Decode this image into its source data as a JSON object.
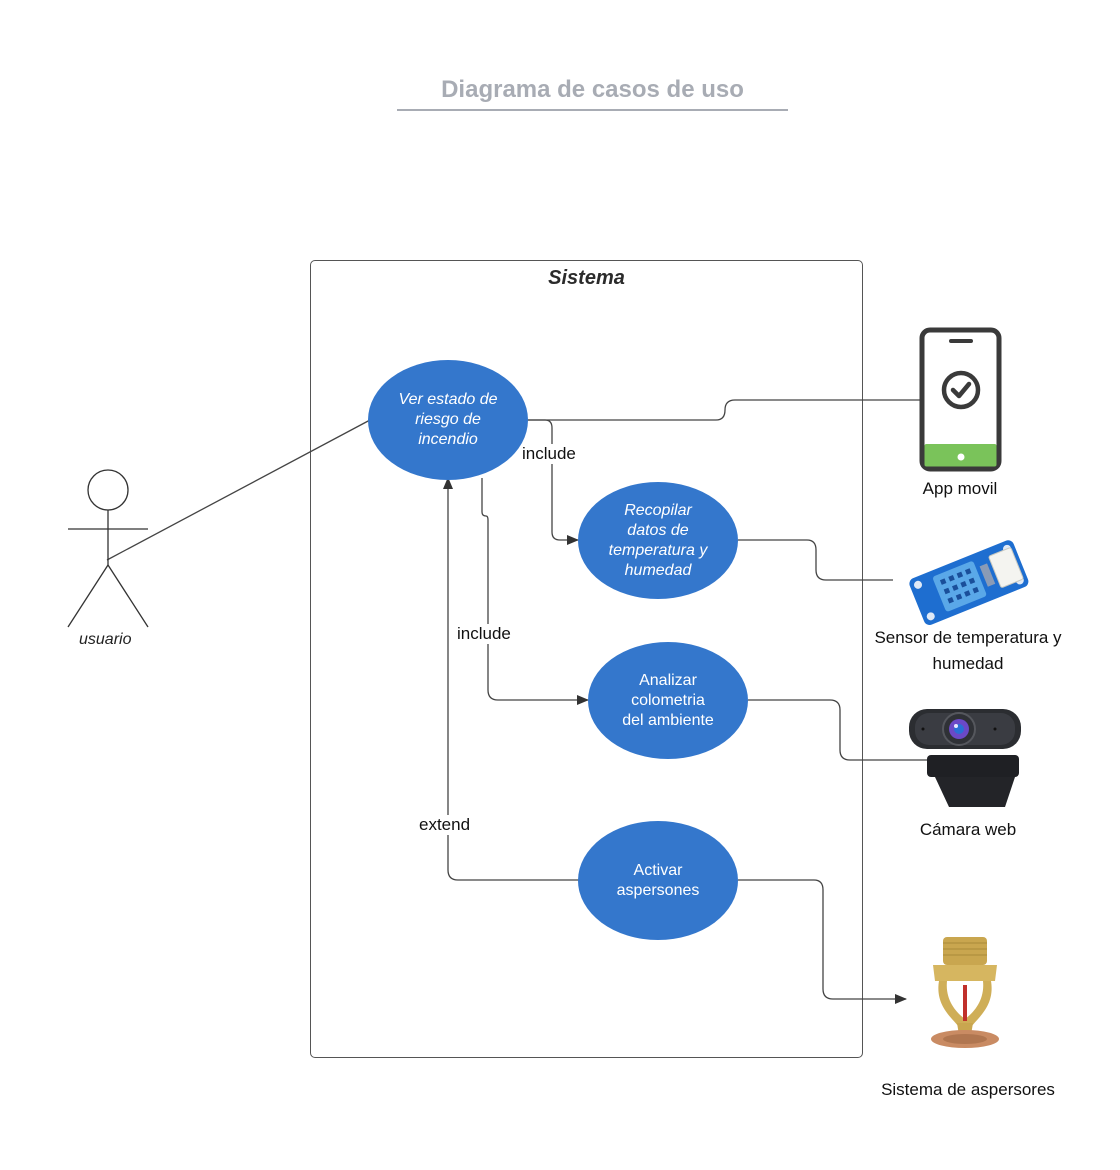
{
  "title": "Diagrama de casos de uso",
  "system": {
    "label": "Sistema"
  },
  "actor": {
    "label": "usuario",
    "icon": "stick-figure-icon"
  },
  "use_cases": [
    {
      "id": "ver-estado",
      "lines": [
        "Ver estado de",
        "riesgo de",
        "incendio"
      ],
      "italic": true
    },
    {
      "id": "recopilar",
      "lines": [
        "Recopilar",
        "datos de",
        "temperatura y",
        "humedad"
      ],
      "italic": true
    },
    {
      "id": "analizar",
      "lines": [
        "Analizar",
        "colometria",
        "del ambiente"
      ],
      "italic": false
    },
    {
      "id": "activar",
      "lines": [
        "Activar",
        "aspersones"
      ],
      "italic": false
    }
  ],
  "relations": {
    "include_1": "include",
    "include_2": "include",
    "extend": "extend"
  },
  "devices": [
    {
      "id": "app-movil",
      "label": "App movil",
      "icon": "smartphone-check-icon"
    },
    {
      "id": "sensor",
      "label_lines": [
        "Sensor de temperatura y",
        "humedad"
      ],
      "icon": "humidity-sensor-board-icon"
    },
    {
      "id": "camara",
      "label": "Cámara web",
      "icon": "webcam-icon"
    },
    {
      "id": "aspersores",
      "label": "Sistema de aspersores",
      "icon": "fire-sprinkler-icon"
    }
  ],
  "colors": {
    "use_case_fill": "#3477cc",
    "title": "#a8acb4",
    "phone_bar": "#7ac35a"
  }
}
